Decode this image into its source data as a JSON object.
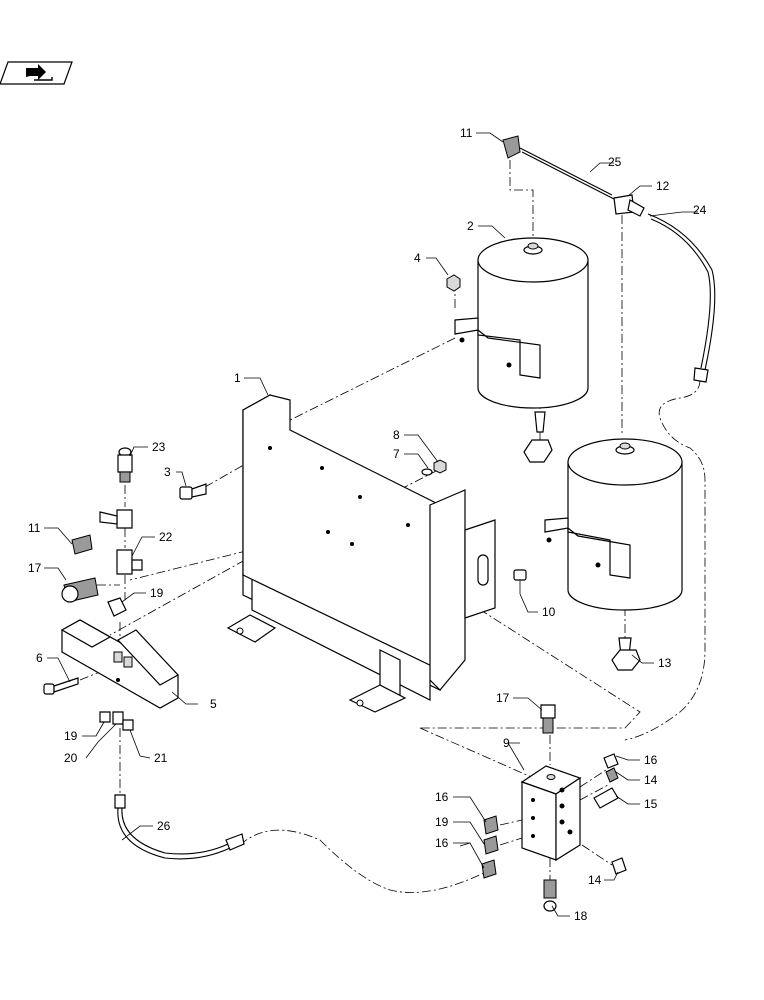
{
  "callouts": [
    {
      "id": "c1",
      "text": "1"
    },
    {
      "id": "c2",
      "text": "2"
    },
    {
      "id": "c3",
      "text": "3"
    },
    {
      "id": "c4",
      "text": "4"
    },
    {
      "id": "c5",
      "text": "5"
    },
    {
      "id": "c6",
      "text": "6"
    },
    {
      "id": "c7",
      "text": "7"
    },
    {
      "id": "c8",
      "text": "8"
    },
    {
      "id": "c9",
      "text": "9"
    },
    {
      "id": "c10",
      "text": "10"
    },
    {
      "id": "c11a",
      "text": "11"
    },
    {
      "id": "c11b",
      "text": "11"
    },
    {
      "id": "c12",
      "text": "12"
    },
    {
      "id": "c13",
      "text": "13"
    },
    {
      "id": "c14a",
      "text": "14"
    },
    {
      "id": "c14b",
      "text": "14"
    },
    {
      "id": "c15",
      "text": "15"
    },
    {
      "id": "c16a",
      "text": "16"
    },
    {
      "id": "c16b",
      "text": "16"
    },
    {
      "id": "c16c",
      "text": "16"
    },
    {
      "id": "c17a",
      "text": "17"
    },
    {
      "id": "c17b",
      "text": "17"
    },
    {
      "id": "c18",
      "text": "18"
    },
    {
      "id": "c19a",
      "text": "19"
    },
    {
      "id": "c19b",
      "text": "19"
    },
    {
      "id": "c19c",
      "text": "19"
    },
    {
      "id": "c20",
      "text": "20"
    },
    {
      "id": "c21",
      "text": "21"
    },
    {
      "id": "c22",
      "text": "22"
    },
    {
      "id": "c23",
      "text": "23"
    },
    {
      "id": "c24",
      "text": "24"
    },
    {
      "id": "c25",
      "text": "25"
    },
    {
      "id": "c26",
      "text": "26"
    }
  ],
  "icons": {
    "nav_button": "return-arrow-icon"
  }
}
